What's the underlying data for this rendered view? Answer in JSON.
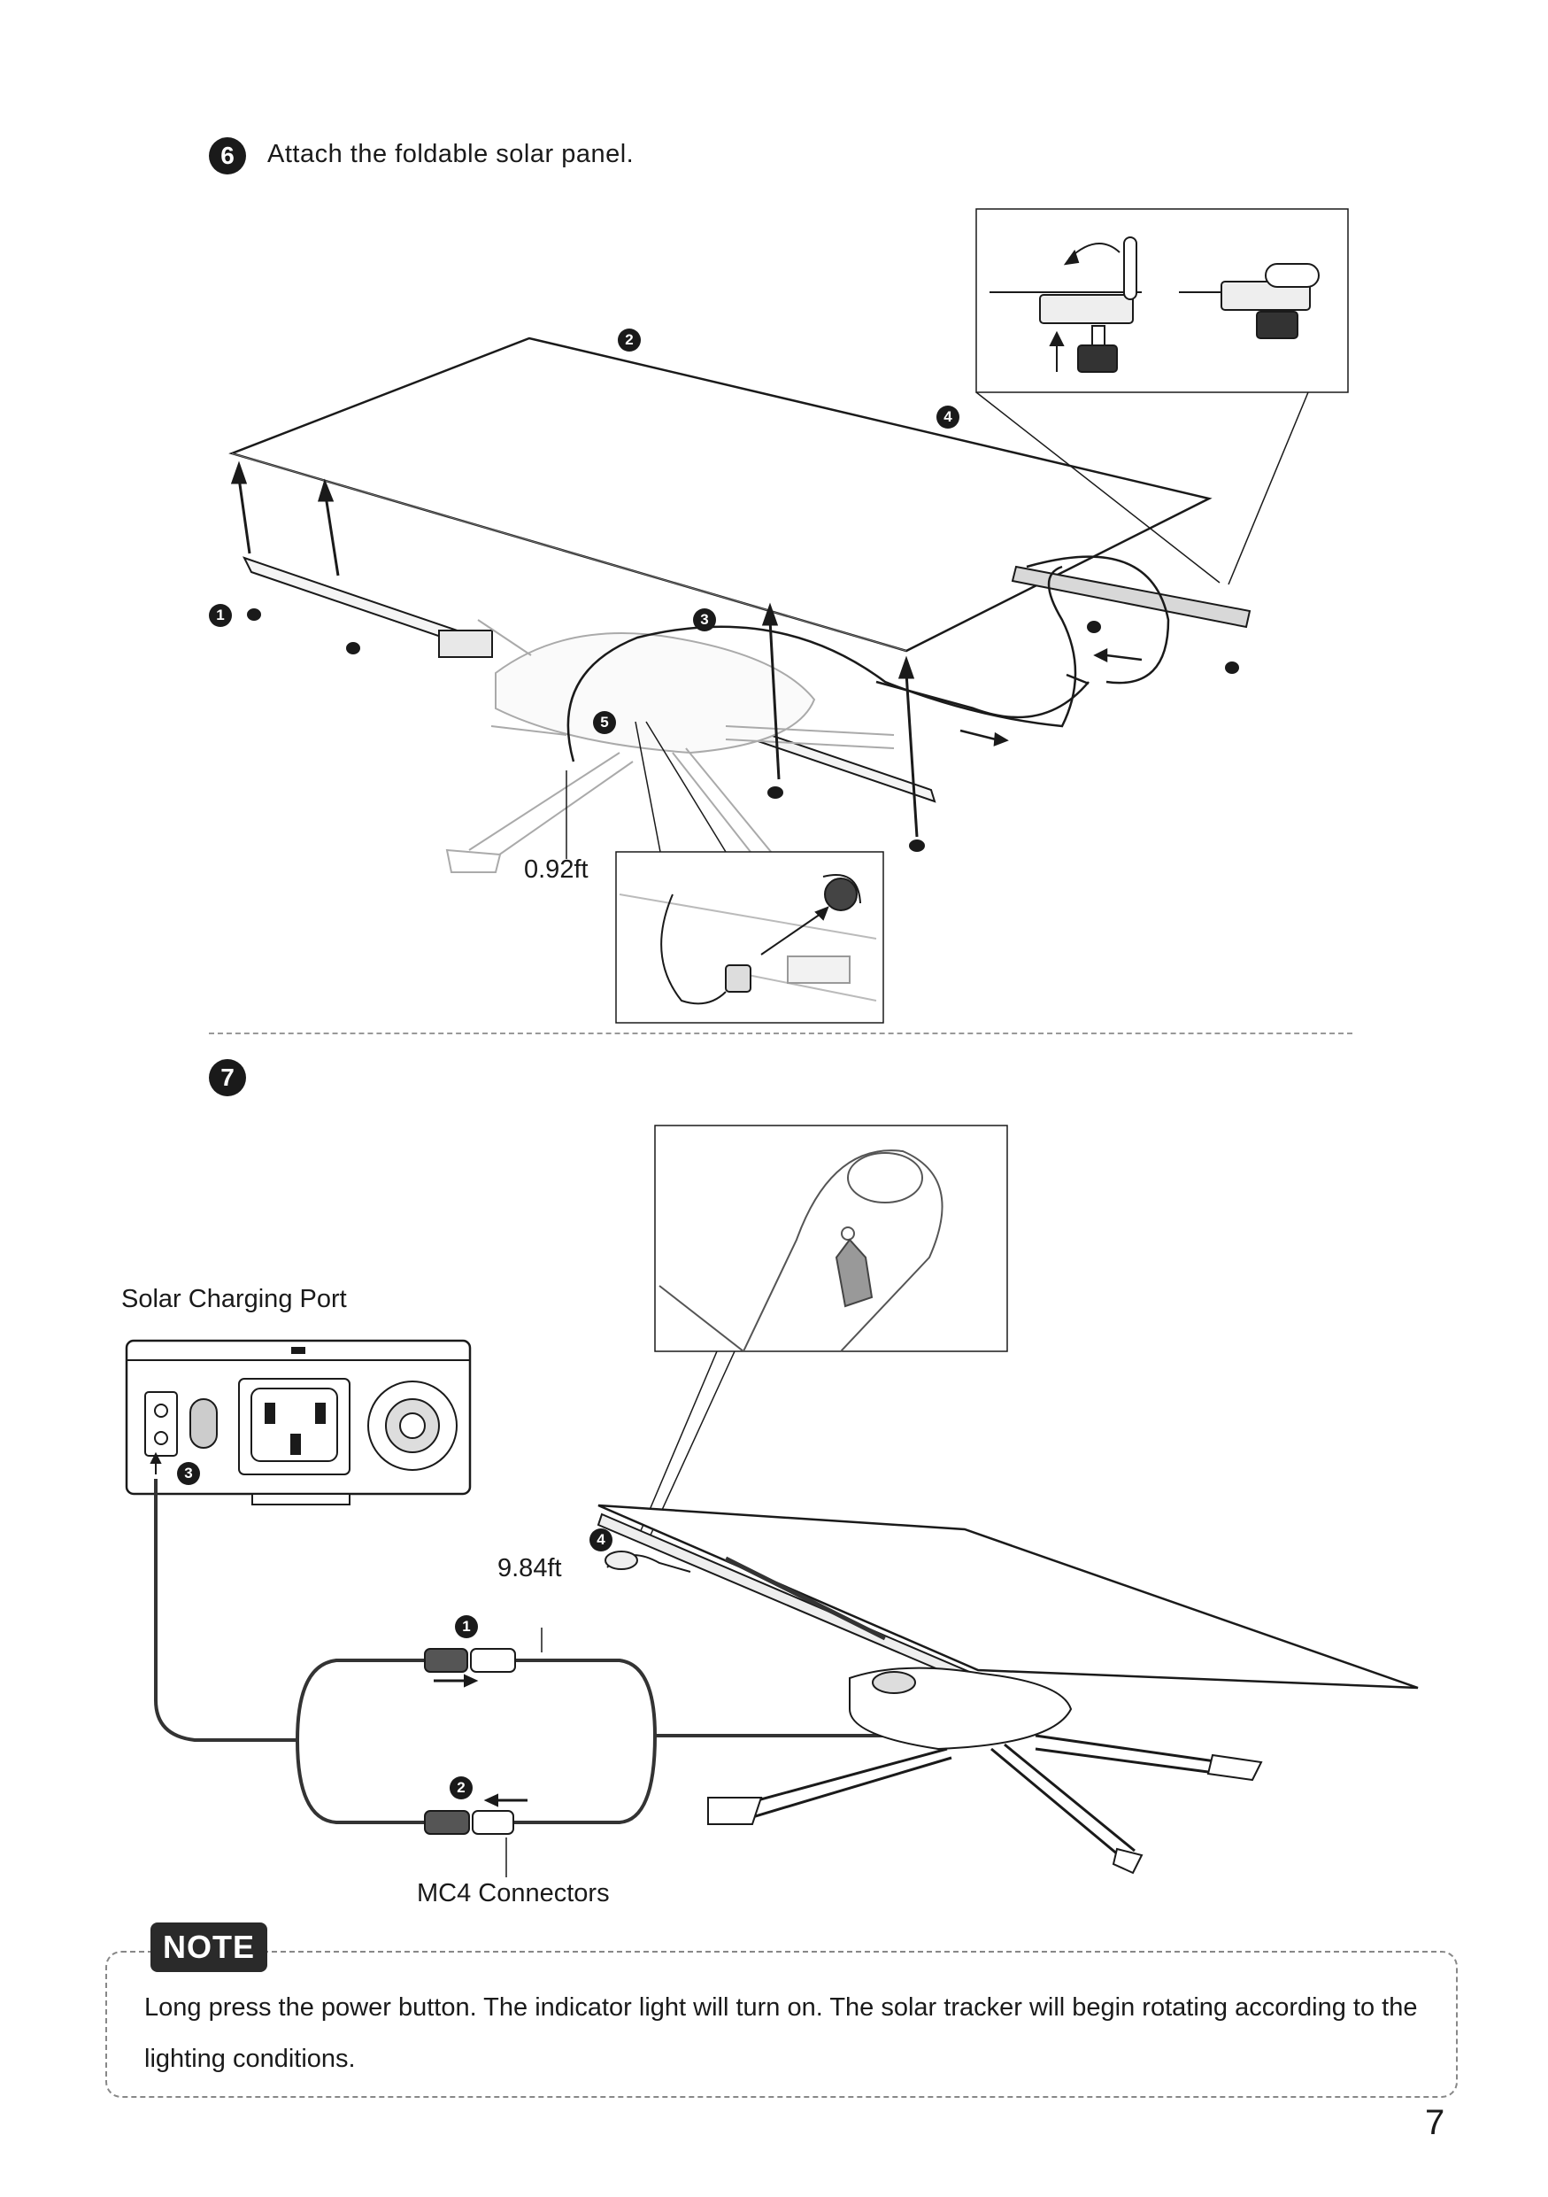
{
  "step6": {
    "number": "6",
    "instruction": "Attach the foldable solar panel.",
    "callouts": [
      "1",
      "2",
      "3",
      "4",
      "5"
    ],
    "cable_length": "0.92ft"
  },
  "step7": {
    "number": "7",
    "port_label": "Solar Charging Port",
    "cable_length": "9.84ft",
    "connectors_label": "MC4 Connectors",
    "callouts": [
      "1",
      "2",
      "3",
      "4"
    ]
  },
  "note": {
    "tag": "NOTE",
    "text": "Long press the power button. The indicator light will turn on. The solar tracker will begin rotating according to the lighting conditions."
  },
  "page_number": "7"
}
